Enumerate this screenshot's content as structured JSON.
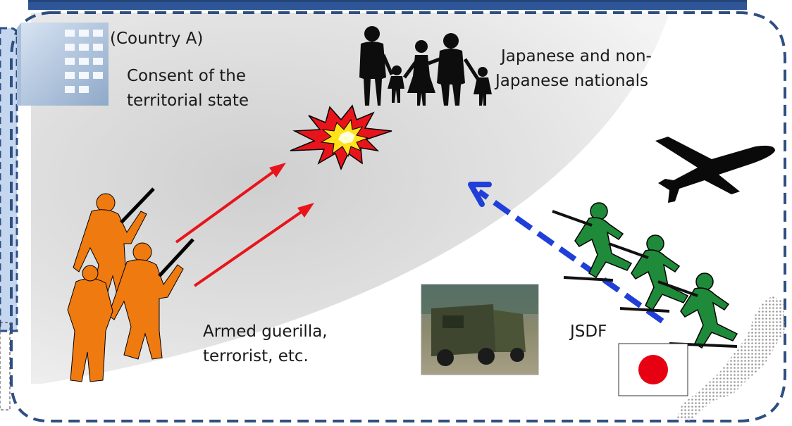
{
  "labels": {
    "country": "(Country A)",
    "consent_line1": "Consent of the",
    "consent_line2": "territorial state",
    "nationals_line1": "Japanese and non-",
    "nationals_line2": "Japanese nationals",
    "guerilla_line1": "Armed guerilla,",
    "guerilla_line2": "terrorist, etc.",
    "jsdf": "JSDF"
  },
  "icons": {
    "building": "building-icon",
    "family": "family-silhouette-icon",
    "explosion": "explosion-icon",
    "airplane": "airplane-icon",
    "soldiers_enemy": "armed-guerilla-icon",
    "soldiers_jsdf": "jsdf-soldiers-icon",
    "truck": "military-truck-photo",
    "flag": "japan-flag-icon",
    "map": "japan-map-icon"
  },
  "colors": {
    "frame_dashed": "#2f4f82",
    "title_bar": "#2e5597",
    "left_panel": "#c5d6ef",
    "attack_arrow": "#e8141b",
    "rescue_arrow": "#1f3fd8",
    "enemy_figures": "#ef7a10",
    "jsdf_figures": "#1e8a3a",
    "flag_disc": "#e60012",
    "region_fill": "#e3e3e3"
  }
}
